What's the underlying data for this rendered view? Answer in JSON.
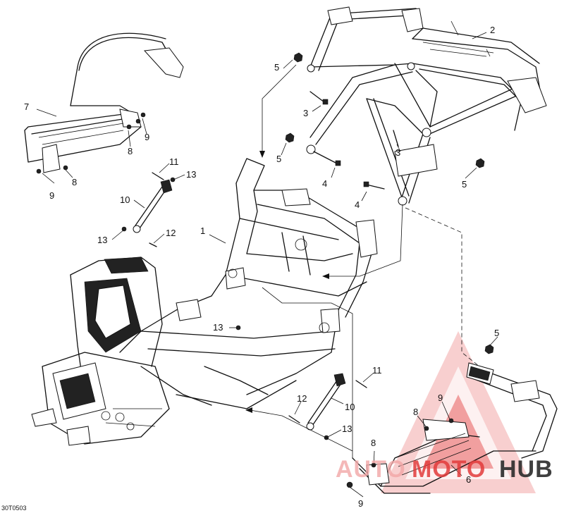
{
  "diagram_code": "30T0503",
  "watermark": {
    "word_a": "AUTO",
    "word_b": "MOTO",
    "word_c": "HUB",
    "color_main": "#e23b3b",
    "color_dark": "#2b2b2b",
    "color_light": "#f2a7a7"
  },
  "callouts": [
    "1",
    "2",
    "3",
    "3",
    "4",
    "4",
    "5",
    "5",
    "5",
    "5",
    "6",
    "7",
    "8",
    "8",
    "8",
    "8",
    "9",
    "9",
    "9",
    "9",
    "10",
    "10",
    "11",
    "11",
    "12",
    "12",
    "13",
    "13",
    "13",
    "13"
  ]
}
